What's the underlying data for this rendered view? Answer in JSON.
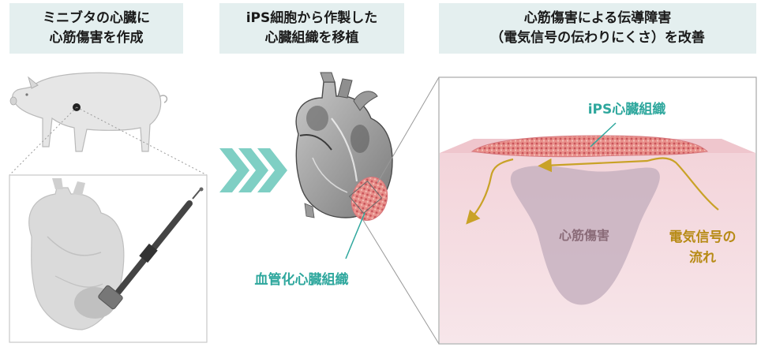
{
  "panel1": {
    "title_line1": "ミニブタの心臓に",
    "title_line2": "心筋傷害を作成"
  },
  "panel2": {
    "title_line1": "iPS細胞から作製した",
    "title_line2": "心臓組織を移植",
    "graft_label": "血管化心臓組織"
  },
  "panel3": {
    "title_line1": "心筋傷害による伝導障害",
    "title_line2": "（電気信号の伝わりにくさ）を改善",
    "ips_label": "iPS心臓組織",
    "injury_label": "心筋傷害",
    "signal_label_line1": "電気信号の",
    "signal_label_line2": "流れ"
  },
  "colors": {
    "title_bg": "#e4efef",
    "teal_accent": "#2ea79d",
    "arrow_teal": "#7fcfc4",
    "signal_gold": "#c9a227",
    "tissue_pink": "#f5dde2"
  }
}
